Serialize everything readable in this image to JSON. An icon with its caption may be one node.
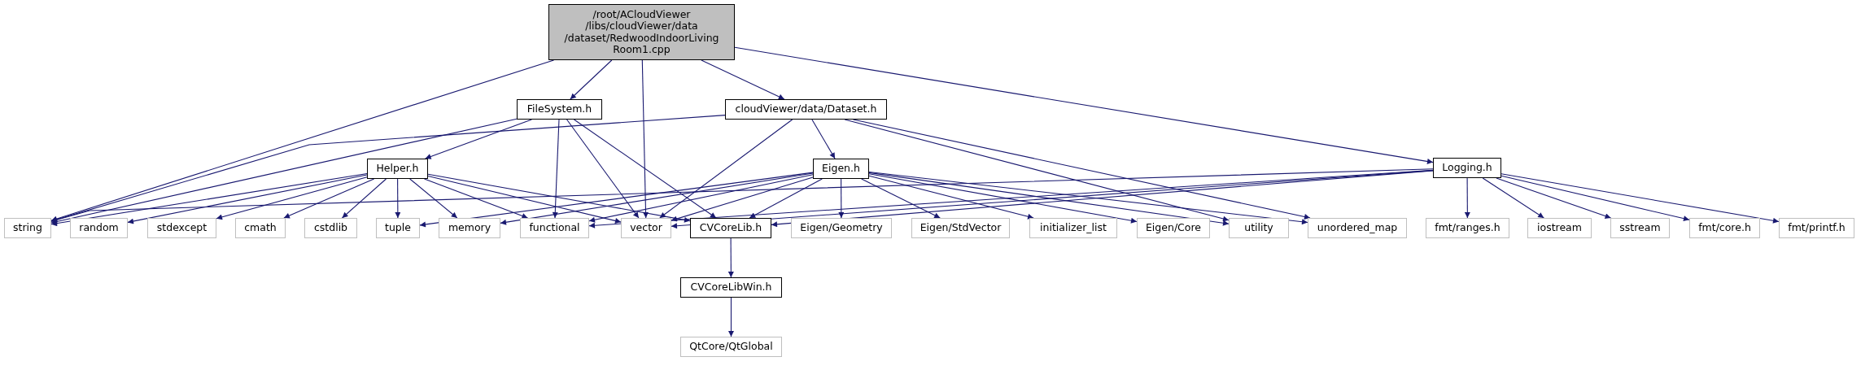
{
  "diagram": {
    "nodes": [
      {
        "text": [
          "/root/ACloudViewer /libs/cloudViewer/data /dataset/RedwoodIndoorLiving Room1.cpp"
        ]
      },
      {
        "text": [
          "FileSystem.h"
        ]
      },
      {
        "text": [
          "cloudViewer/data/Dataset.h"
        ]
      },
      {
        "text": [
          "Logging.h"
        ]
      },
      {
        "text": [
          "Helper.h"
        ]
      },
      {
        "text": [
          "Eigen.h"
        ]
      },
      {
        "text": [
          "string"
        ]
      },
      {
        "text": [
          "random"
        ]
      },
      {
        "text": [
          "stdexcept"
        ]
      },
      {
        "text": [
          "cmath"
        ]
      },
      {
        "text": [
          "cstdlib"
        ]
      },
      {
        "text": [
          "tuple"
        ]
      },
      {
        "text": [
          "memory"
        ]
      },
      {
        "text": [
          "functional"
        ]
      },
      {
        "text": [
          "vector"
        ]
      },
      {
        "text": [
          "CVCoreLib.h"
        ]
      },
      {
        "text": [
          "Eigen/Geometry"
        ]
      },
      {
        "text": [
          "Eigen/StdVector"
        ]
      },
      {
        "text": [
          "initializer_list"
        ]
      },
      {
        "text": [
          "Eigen/Core"
        ]
      },
      {
        "text": [
          "utility"
        ]
      },
      {
        "text": [
          "unordered_map"
        ]
      },
      {
        "text": [
          "fmt/ranges.h"
        ]
      },
      {
        "text": [
          "iostream"
        ]
      },
      {
        "text": [
          "sstream"
        ]
      },
      {
        "text": [
          "fmt/core.h"
        ]
      },
      {
        "text": [
          "fmt/printf.h"
        ]
      },
      {
        "text": [
          "CVCoreLibWin.h"
        ]
      },
      {
        "text": [
          "QtCore/QtGlobal"
        ]
      }
    ],
    "edges": [
      {
        "from": 0,
        "to": 6,
        "arrow": "to"
      },
      {
        "from": 0,
        "to": 1,
        "arrow": "to"
      },
      {
        "from": 0,
        "to": 14,
        "arrow": "to"
      },
      {
        "from": 0,
        "to": 2,
        "arrow": "to"
      },
      {
        "from": 0,
        "to": 3,
        "arrow": "to"
      },
      {
        "from": 1,
        "to": 6,
        "arrow": "to"
      },
      {
        "from": 1,
        "to": 4,
        "arrow": "to"
      },
      {
        "from": 1,
        "to": 13,
        "arrow": "to"
      },
      {
        "from": 1,
        "to": 14,
        "arrow": "to"
      },
      {
        "from": 1,
        "to": 15,
        "arrow": "to"
      },
      {
        "from": 2,
        "to": 6,
        "arrow": "to"
      },
      {
        "from": 2,
        "to": 14,
        "arrow": "to"
      },
      {
        "from": 2,
        "to": 5,
        "arrow": "to"
      },
      {
        "from": 2,
        "to": 20,
        "arrow": "to"
      },
      {
        "from": 2,
        "to": 21,
        "arrow": "to"
      },
      {
        "from": 4,
        "to": 6,
        "arrow": "to"
      },
      {
        "from": 4,
        "to": 7,
        "arrow": "to"
      },
      {
        "from": 4,
        "to": 8,
        "arrow": "to"
      },
      {
        "from": 4,
        "to": 9,
        "arrow": "to"
      },
      {
        "from": 4,
        "to": 10,
        "arrow": "to"
      },
      {
        "from": 4,
        "to": 11,
        "arrow": "to"
      },
      {
        "from": 4,
        "to": 12,
        "arrow": "to"
      },
      {
        "from": 4,
        "to": 13,
        "arrow": "to"
      },
      {
        "from": 4,
        "to": 14,
        "arrow": "to"
      },
      {
        "from": 4,
        "to": 15,
        "arrow": "to"
      },
      {
        "from": 5,
        "to": 11,
        "arrow": "to"
      },
      {
        "from": 5,
        "to": 12,
        "arrow": "to"
      },
      {
        "from": 5,
        "to": 13,
        "arrow": "to"
      },
      {
        "from": 5,
        "to": 14,
        "arrow": "to"
      },
      {
        "from": 5,
        "to": 15,
        "arrow": "to"
      },
      {
        "from": 5,
        "to": 16,
        "arrow": "to"
      },
      {
        "from": 5,
        "to": 17,
        "arrow": "to"
      },
      {
        "from": 5,
        "to": 18,
        "arrow": "to"
      },
      {
        "from": 5,
        "to": 19,
        "arrow": "to"
      },
      {
        "from": 5,
        "to": 20,
        "arrow": "to"
      },
      {
        "from": 5,
        "to": 21,
        "arrow": "to"
      },
      {
        "from": 3,
        "to": 6,
        "arrow": "to"
      },
      {
        "from": 3,
        "to": 13,
        "arrow": "to"
      },
      {
        "from": 3,
        "to": 14,
        "arrow": "to"
      },
      {
        "from": 3,
        "to": 15,
        "arrow": "to"
      },
      {
        "from": 3,
        "to": 22,
        "arrow": "to"
      },
      {
        "from": 3,
        "to": 23,
        "arrow": "to"
      },
      {
        "from": 3,
        "to": 24,
        "arrow": "to"
      },
      {
        "from": 3,
        "to": 25,
        "arrow": "to"
      },
      {
        "from": 3,
        "to": 26,
        "arrow": "to"
      },
      {
        "from": 15,
        "to": 27,
        "arrow": "to"
      },
      {
        "from": 27,
        "to": 28,
        "arrow": "to"
      }
    ]
  }
}
